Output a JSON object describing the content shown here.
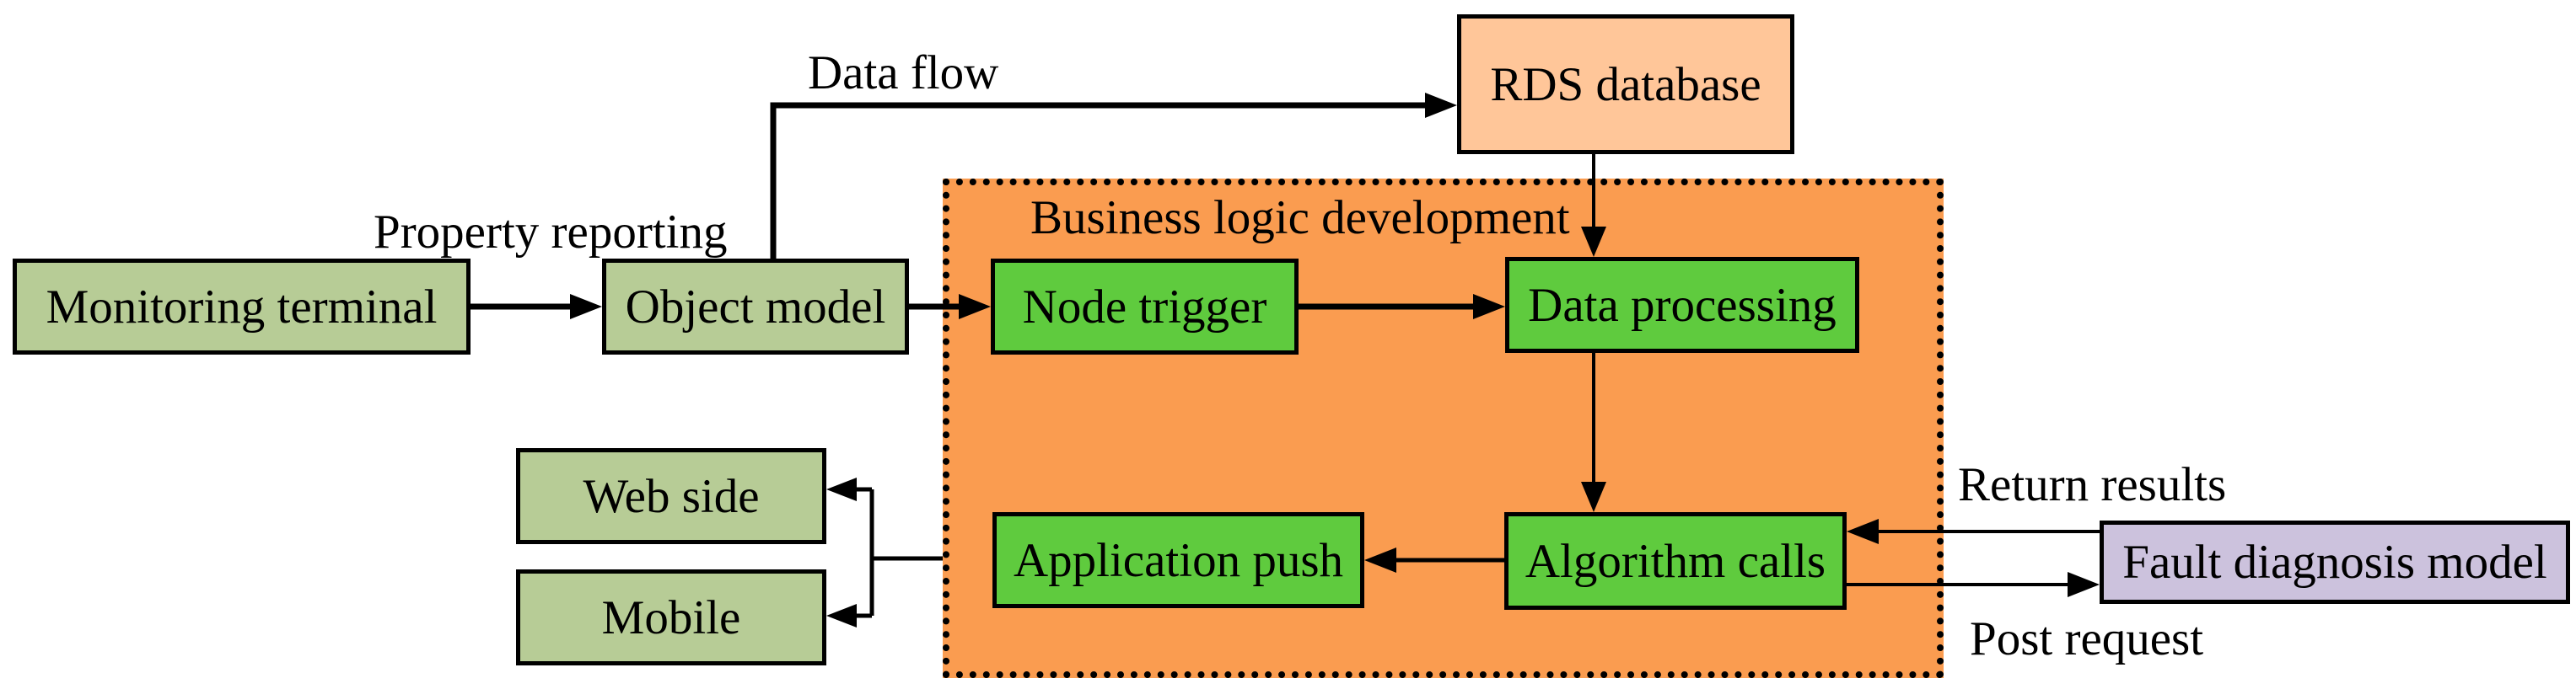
{
  "diagram": {
    "background": "#ffffff",
    "line_color": "#000000",
    "container": {
      "title": "Business logic development",
      "fill": "#fa9c50",
      "border_style": "dotted",
      "border_color": "#000000"
    },
    "nodes": {
      "monitoring_terminal": {
        "label": "Monitoring terminal",
        "fill": "#b7cc96"
      },
      "object_model": {
        "label": "Object model",
        "fill": "#b7cc96"
      },
      "rds_database": {
        "label": "RDS database",
        "fill": "#ffc699"
      },
      "node_trigger": {
        "label": "Node trigger",
        "fill": "#5fcb3e"
      },
      "data_processing": {
        "label": "Data processing",
        "fill": "#5fcb3e"
      },
      "application_push": {
        "label": "Application push",
        "fill": "#5fcb3e"
      },
      "algorithm_calls": {
        "label": "Algorithm calls",
        "fill": "#5fcb3e"
      },
      "web_side": {
        "label": "Web side",
        "fill": "#b7cc96"
      },
      "mobile": {
        "label": "Mobile",
        "fill": "#b7cc96"
      },
      "fault_diagnosis": {
        "label": "Fault diagnosis model",
        "fill": "#ccc2dd"
      }
    },
    "edge_labels": {
      "property_reporting": "Property reporting",
      "data_flow": "Data flow",
      "return_results": "Return results",
      "post_request": "Post request"
    },
    "edges": [
      {
        "from": "monitoring_terminal",
        "to": "object_model",
        "label": "Property reporting"
      },
      {
        "from": "object_model",
        "to": "rds_database",
        "label": "Data flow"
      },
      {
        "from": "object_model",
        "to": "node_trigger",
        "label": ""
      },
      {
        "from": "node_trigger",
        "to": "data_processing",
        "label": ""
      },
      {
        "from": "rds_database",
        "to": "data_processing",
        "label": ""
      },
      {
        "from": "data_processing",
        "to": "algorithm_calls",
        "label": ""
      },
      {
        "from": "algorithm_calls",
        "to": "application_push",
        "label": ""
      },
      {
        "from": "application_push",
        "to": "web_side",
        "label": ""
      },
      {
        "from": "application_push",
        "to": "mobile",
        "label": ""
      },
      {
        "from": "fault_diagnosis",
        "to": "algorithm_calls",
        "label": "Return results"
      },
      {
        "from": "algorithm_calls",
        "to": "fault_diagnosis",
        "label": "Post request"
      }
    ]
  }
}
